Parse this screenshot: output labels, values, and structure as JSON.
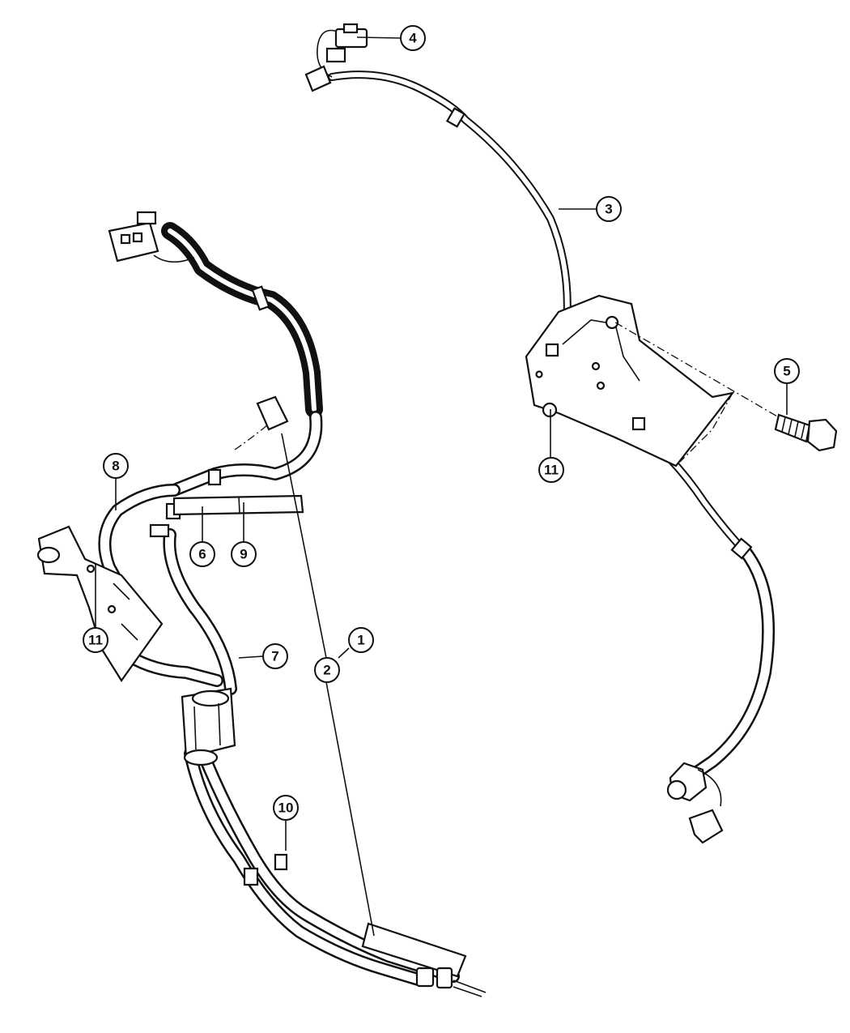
{
  "callouts": [
    {
      "id": "1",
      "label": "1"
    },
    {
      "id": "2",
      "label": "2"
    },
    {
      "id": "3",
      "label": "3"
    },
    {
      "id": "4",
      "label": "4"
    },
    {
      "id": "5",
      "label": "5"
    },
    {
      "id": "6",
      "label": "6"
    },
    {
      "id": "7",
      "label": "7"
    },
    {
      "id": "8",
      "label": "8"
    },
    {
      "id": "9",
      "label": "9"
    },
    {
      "id": "10",
      "label": "10"
    },
    {
      "id": "11a",
      "label": "11"
    },
    {
      "id": "11b",
      "label": "11"
    }
  ]
}
